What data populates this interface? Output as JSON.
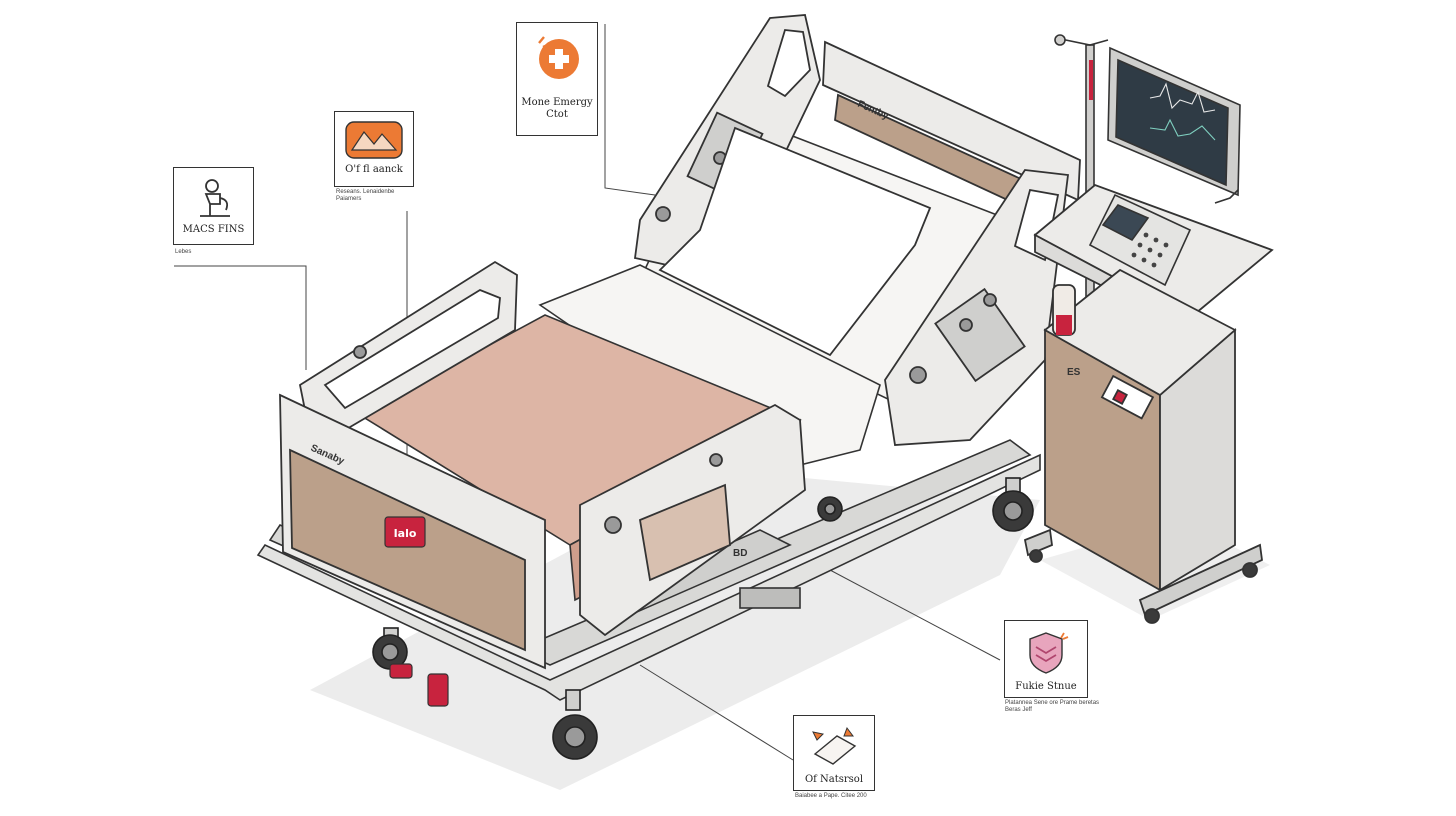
{
  "diagram": {
    "colors": {
      "frame": "#ecebe9",
      "outline": "#333333",
      "mattress": "#ddb5a5",
      "panel": "#bba08a",
      "sheet": "#f6f5f3",
      "accent_red": "#c8233e",
      "accent_orange": "#ec7a34",
      "accent_pink": "#e8a5bd"
    },
    "bed_labels": {
      "footboard_brand": "Sanaby",
      "footboard_badge": "Ialo",
      "headboard_brand": "Fentby",
      "siderail_mark": "BD",
      "cabinet_mark": "ES"
    },
    "callouts": [
      {
        "title": "Mone Emergy\nCtot",
        "icon": "medical-cross-icon",
        "sub": ""
      },
      {
        "title": "O'f fl aanck",
        "icon": "mountain-pad-icon",
        "sub": "Reseans. Lenaidenbe\nPaiamers"
      },
      {
        "title": "MACS FINS",
        "icon": "patient-lift-icon",
        "sub": "Lebes"
      },
      {
        "title": "Fukie Stnue",
        "icon": "layered-shield-icon",
        "sub": "Platannea Sene ore    Prame beretas\nBeras Jeff"
      },
      {
        "title": "Of Natsrsol",
        "icon": "mattress-wedge-icon",
        "sub": "Baiabee a Pape. Citee 200"
      }
    ]
  }
}
